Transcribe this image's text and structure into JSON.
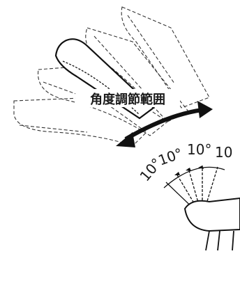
{
  "diagram": {
    "caption": "角度調節範囲",
    "angle_labels": [
      "10°",
      "10°",
      "10°",
      "10"
    ],
    "colors": {
      "line": "#111111",
      "background": "#ffffff"
    }
  }
}
